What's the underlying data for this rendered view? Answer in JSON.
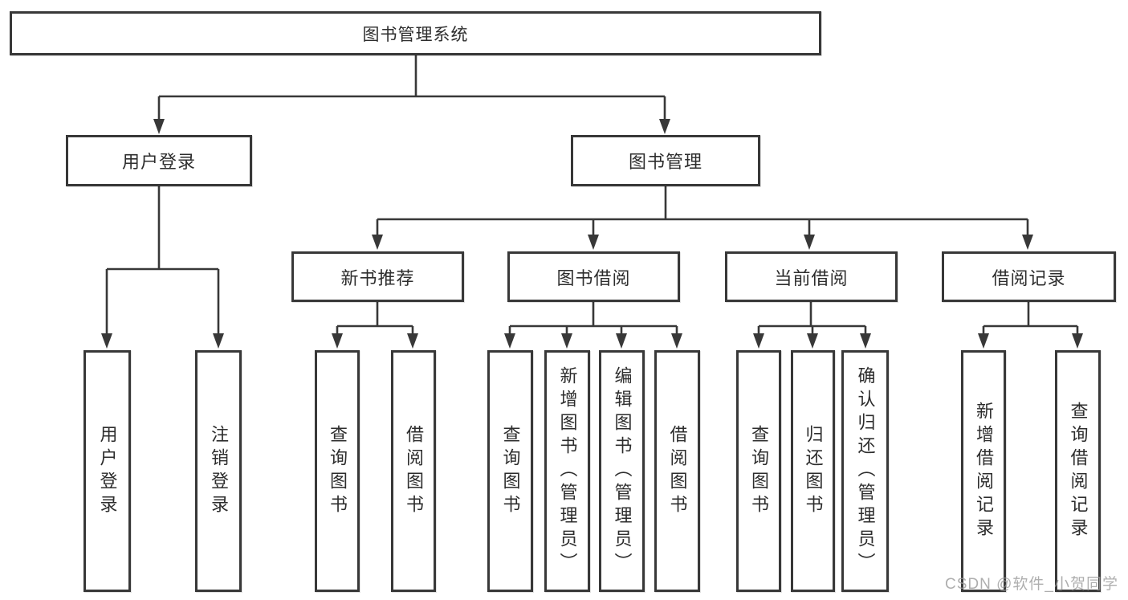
{
  "tree": {
    "label": "图书管理系统",
    "children": [
      {
        "label": "用户登录",
        "children": [
          {
            "label": "用户登录"
          },
          {
            "label": "注销登录"
          }
        ]
      },
      {
        "label": "图书管理",
        "children": [
          {
            "label": "新书推荐",
            "children": [
              {
                "label": "查询图书"
              },
              {
                "label": "借阅图书"
              }
            ]
          },
          {
            "label": "图书借阅",
            "children": [
              {
                "label": "查询图书"
              },
              {
                "label": "新增图书（管理员）"
              },
              {
                "label": "编辑图书（管理员）"
              },
              {
                "label": "借阅图书"
              }
            ]
          },
          {
            "label": "当前借阅",
            "children": [
              {
                "label": "查询图书"
              },
              {
                "label": "归还图书"
              },
              {
                "label": "确认归还（管理员）"
              }
            ]
          },
          {
            "label": "借阅记录",
            "children": [
              {
                "label": "新增借阅记录"
              },
              {
                "label": "查询借阅记录"
              }
            ]
          }
        ]
      }
    ]
  },
  "watermark": {
    "text": "CSDN @软件_小贺同学"
  },
  "colors": {
    "line": "#383838",
    "text": "#2d2d2d",
    "watermark": "#9b9b9b"
  }
}
